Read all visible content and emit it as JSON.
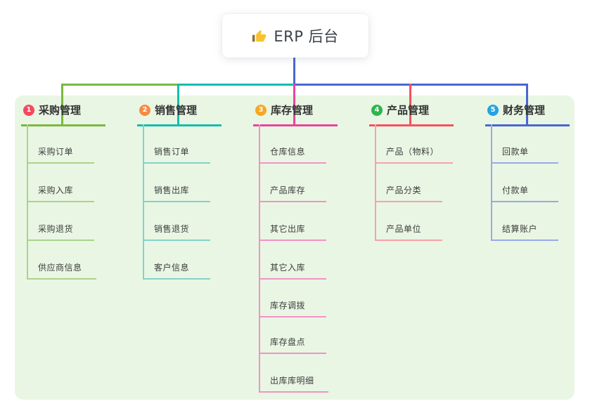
{
  "root": {
    "label": "ERP 后台",
    "icon": "thumbs-up"
  },
  "colors": {
    "canvas_bg": "#ffffff",
    "panel_bg": "#e9f6e4",
    "root_stem": "#4a66d2",
    "root_text": "#3a4149",
    "title_text": "#333333",
    "child_text": "#3d3d3d"
  },
  "branches": [
    {
      "num": "1",
      "label": "采购管理",
      "badge_color": "#f8485e",
      "line_color": "#7ab93e",
      "child_line_color": "#a9d48b",
      "children": [
        "采购订单",
        "采购入库",
        "采购退货",
        "供应商信息"
      ]
    },
    {
      "num": "2",
      "label": "销售管理",
      "badge_color": "#f78b44",
      "line_color": "#16bcae",
      "child_line_color": "#84d2c9",
      "children": [
        "销售订单",
        "销售出库",
        "销售退货",
        "客户信息"
      ]
    },
    {
      "num": "3",
      "label": "库存管理",
      "badge_color": "#f7a723",
      "line_color": "#e8449c",
      "child_line_color": "#f193c6",
      "children": [
        "仓库信息",
        "产品库存",
        "其它出库",
        "其它入库",
        "库存调拨",
        "库存盘点",
        "出库库明细"
      ]
    },
    {
      "num": "4",
      "label": "产品管理",
      "badge_color": "#2cb64c",
      "line_color": "#f5515f",
      "child_line_color": "#f9a1a8",
      "children": [
        "产品（物料）",
        "产品分类",
        "产品单位"
      ]
    },
    {
      "num": "5",
      "label": "财务管理",
      "badge_color": "#25a3e2",
      "line_color": "#4a66d2",
      "child_line_color": "#98a9e8",
      "children": [
        "回款单",
        "付款单",
        "结算账户"
      ]
    }
  ]
}
